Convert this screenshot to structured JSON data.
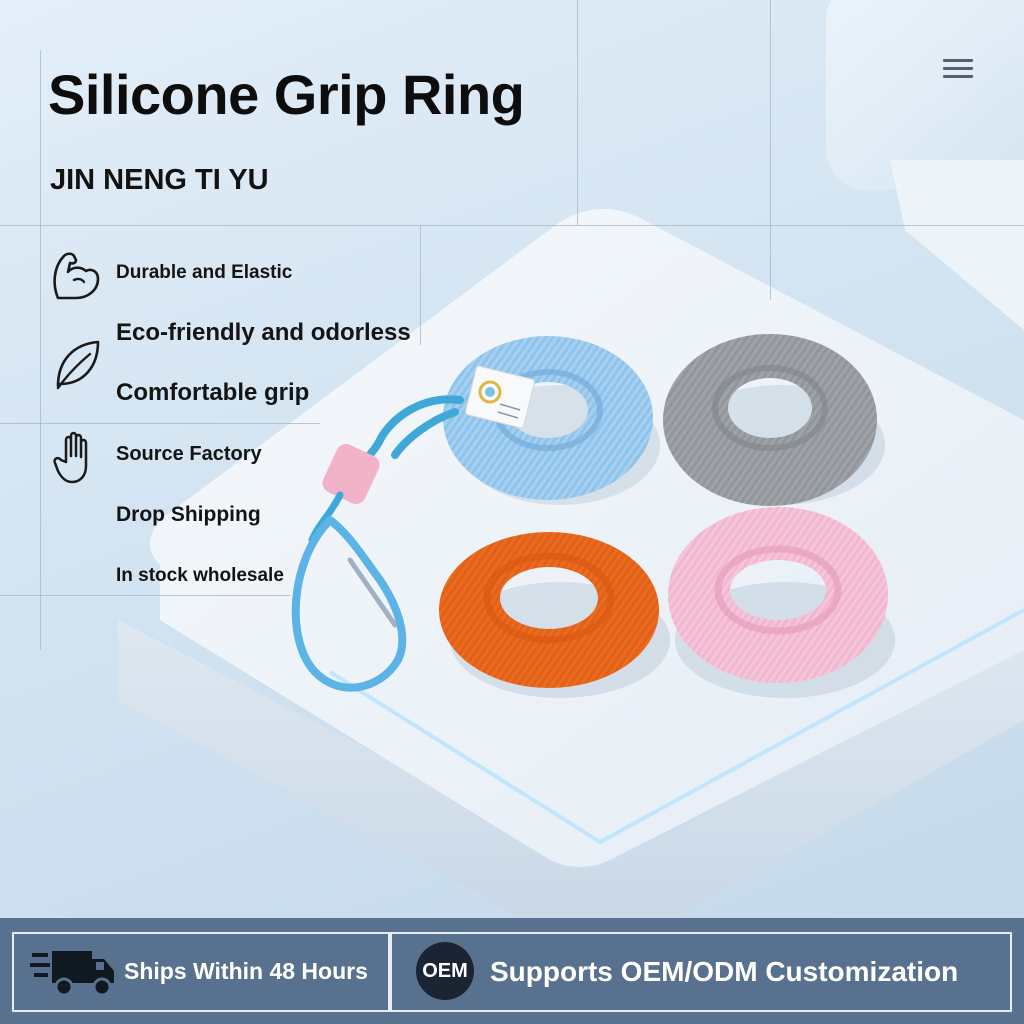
{
  "header": {
    "title": "Silicone Grip Ring",
    "brand": "JIN NENG TI YU",
    "menu_icon": "hamburger-menu-icon"
  },
  "features": [
    {
      "icon": "flexed-arm-icon",
      "label": "Durable and Elastic"
    },
    {
      "icon": "leaf-icon",
      "label": "Eco-friendly and odorless"
    },
    {
      "icon": "",
      "label": "Comfortable grip"
    },
    {
      "icon": "hand-icon",
      "label": "Source Factory"
    },
    {
      "icon": "",
      "label": "Drop Shipping"
    },
    {
      "icon": "",
      "label": "In stock wholesale"
    }
  ],
  "products": [
    {
      "color_name": "blue",
      "color": "#8ec3ec"
    },
    {
      "color_name": "gray",
      "color": "#9ea3a8"
    },
    {
      "color_name": "orange",
      "color": "#f06a1e"
    },
    {
      "color_name": "pink",
      "color": "#f2b6cf"
    }
  ],
  "bottom_bar": {
    "shipping_icon": "delivery-truck-icon",
    "shipping_text": "Ships Within 48 Hours",
    "oem_badge": "OEM",
    "oem_text": "Supports OEM/ODM Customization",
    "color": "#58718e"
  }
}
